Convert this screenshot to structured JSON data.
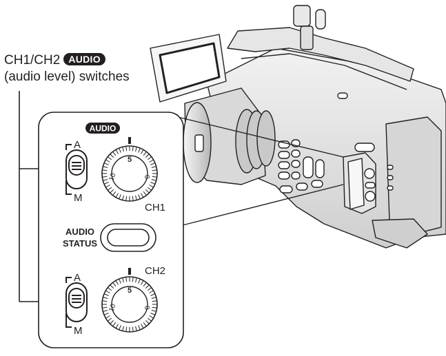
{
  "callout": {
    "prefix": "CH1/CH2",
    "badge": "AUDIO",
    "line2": "(audio level) switches"
  },
  "panel": {
    "badge": "AUDIO",
    "ch1": {
      "switch_top": "A",
      "switch_bottom": "M",
      "dial_mark": "5",
      "dial_left": "10",
      "dial_right": "0",
      "channel": "CH1"
    },
    "ch2": {
      "switch_top": "A",
      "switch_bottom": "M",
      "dial_mark": "5",
      "dial_left": "10",
      "dial_right": "0",
      "channel": "CH2"
    },
    "status_line1": "AUDIO",
    "status_line2": "STATUS"
  }
}
